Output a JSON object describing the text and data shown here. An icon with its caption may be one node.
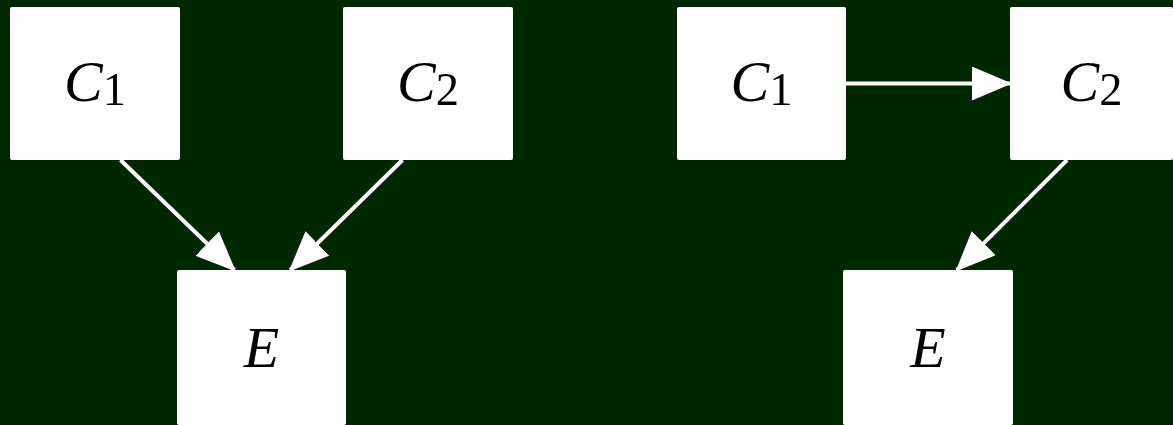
{
  "diagram": {
    "nodes": [
      {
        "text": [
          "*C*$_{1}$"
        ]
      },
      {
        "text": [
          "*C*$_{2}$"
        ]
      },
      {
        "text": [
          "E"
        ]
      },
      {
        "text": [
          "*C*$_{1}$"
        ]
      },
      {
        "text": [
          "*C*$_{2}$"
        ]
      },
      {
        "text": [
          "E"
        ]
      }
    ],
    "edges": [
      {
        "from": 0,
        "to": 2,
        "arrow": "to"
      },
      {
        "from": 1,
        "to": 2,
        "arrow": "to"
      },
      {
        "from": 3,
        "to": 4,
        "arrow": "to"
      },
      {
        "from": 4,
        "to": 5,
        "arrow": "to"
      }
    ]
  }
}
